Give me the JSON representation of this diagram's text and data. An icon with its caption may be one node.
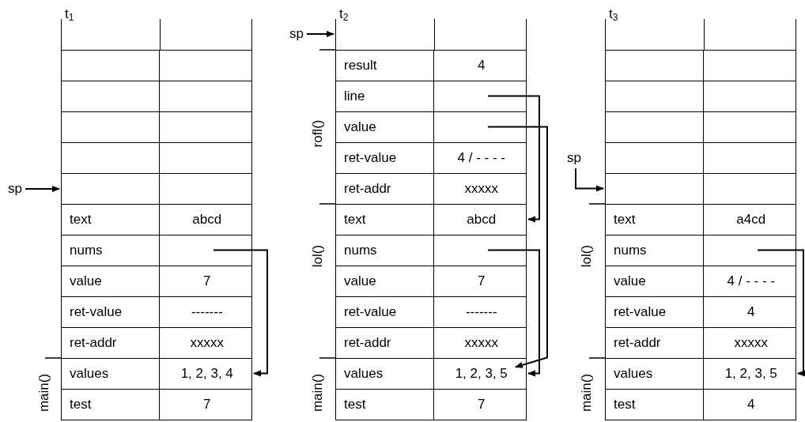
{
  "diagram": {
    "nodes": [
      {
        "text": [
          "t$_{1}$"
        ]
      },
      {
        "text": [],
        "shape": "box",
        "in": 0
      },
      {
        "text": [],
        "shape": "box",
        "in": 0
      },
      {
        "text": [],
        "shape": "box",
        "in": 0
      },
      {
        "text": [],
        "shape": "box",
        "in": 0
      },
      {
        "text": [],
        "shape": "box",
        "in": 0
      },
      {
        "text": [
          "text",
          "abcd"
        ],
        "in": 0
      },
      {
        "text": [
          "nums"
        ],
        "in": 0
      },
      {
        "text": [
          "value",
          "7"
        ],
        "in": 0
      },
      {
        "text": [
          "ret-value",
          "-------"
        ],
        "in": 0
      },
      {
        "text": [
          "ret-addr",
          "xxxxx"
        ],
        "in": 0
      },
      {
        "text": [
          "values",
          "1, 2, 3, 4"
        ],
        "in": 0
      },
      {
        "text": [
          "test",
          "7"
        ],
        "in": 0
      },
      {
        "text": [
          "sp"
        ]
      },
      {
        "text": [
          "t$_{2}$"
        ]
      },
      {
        "text": [
          "sp"
        ]
      },
      {
        "text": [
          "result",
          "4"
        ],
        "in": 14
      },
      {
        "text": [
          "line"
        ],
        "in": 14
      },
      {
        "text": [
          "value"
        ],
        "in": 14
      },
      {
        "text": [
          "ret-value",
          "4 / - - - -"
        ],
        "in": 14
      },
      {
        "text": [
          "ret-addr",
          "xxxxx"
        ],
        "in": 14
      },
      {
        "text": [
          "text",
          "abcd"
        ],
        "in": 14
      },
      {
        "text": [
          "nums"
        ],
        "in": 14
      },
      {
        "text": [
          "value",
          "7"
        ],
        "in": 14
      },
      {
        "text": [
          "ret-value",
          "-------"
        ],
        "in": 14
      },
      {
        "text": [
          "ret-addr",
          "xxxxx"
        ],
        "in": 14
      },
      {
        "text": [
          "values",
          "1, 2, 3, 5"
        ],
        "in": 14
      },
      {
        "text": [
          "test",
          "7"
        ],
        "in": 14
      },
      {
        "text": [
          "t$_{3}$"
        ]
      },
      {
        "text": [
          "sp"
        ]
      },
      {
        "text": [],
        "shape": "box",
        "in": 28
      },
      {
        "text": [],
        "shape": "box",
        "in": 28
      },
      {
        "text": [],
        "shape": "box",
        "in": 28
      },
      {
        "text": [],
        "shape": "box",
        "in": 28
      },
      {
        "text": [],
        "shape": "box",
        "in": 28
      },
      {
        "text": [
          "text",
          "a4cd"
        ],
        "in": 28
      },
      {
        "text": [
          "nums"
        ],
        "in": 28
      },
      {
        "text": [
          "value",
          "4 / - - - -"
        ],
        "in": 28
      },
      {
        "text": [
          "ret-value",
          "4"
        ],
        "in": 28
      },
      {
        "text": [
          "ret-addr",
          "xxxxx"
        ],
        "in": 28
      },
      {
        "text": [
          "values",
          "1, 2, 3, 5"
        ],
        "in": 28
      },
      {
        "text": [
          "test",
          "4"
        ],
        "in": 28
      }
    ],
    "edges": [
      {
        "from": 13,
        "to": 5,
        "arrow": "to"
      },
      {
        "from": 7,
        "to": 11,
        "arrow": "to"
      },
      {
        "from": 15,
        "to": 14,
        "arrow": "to"
      },
      {
        "from": 17,
        "to": 21,
        "arrow": "to"
      },
      {
        "from": 18,
        "to": 26,
        "arrow": "to"
      },
      {
        "from": 22,
        "to": 26,
        "arrow": "to"
      },
      {
        "from": 29,
        "to": 34,
        "arrow": "to"
      },
      {
        "from": 36,
        "to": 40,
        "arrow": "to"
      }
    ],
    "labels": [
      "main()",
      "rofl()",
      "lol()",
      "main()",
      "lol()",
      "main()"
    ]
  }
}
